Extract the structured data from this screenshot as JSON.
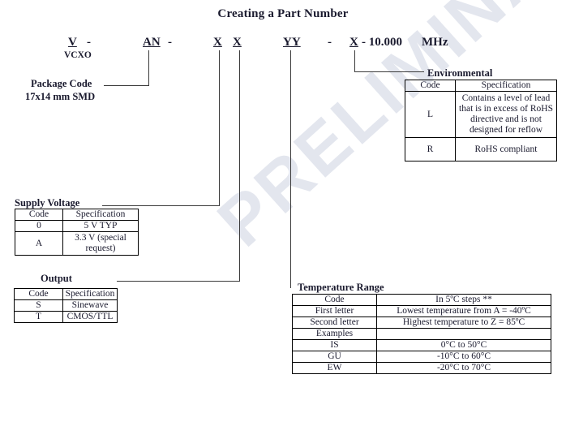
{
  "document": {
    "title": "Creating a Part Number",
    "watermark": "PRELIMINARY"
  },
  "part_number": {
    "segments": [
      {
        "text": "V",
        "underlined": true
      },
      {
        "text": "-",
        "underlined": false
      },
      {
        "text": "AN",
        "underlined": true
      },
      {
        "text": "-",
        "underlined": false
      },
      {
        "text": "X",
        "underlined": true
      },
      {
        "text": "X",
        "underlined": true
      },
      {
        "text": "YY",
        "underlined": true
      },
      {
        "text": "-",
        "underlined": false
      },
      {
        "text": "X",
        "underlined": true
      },
      {
        "text": "- 10.000",
        "underlined": false
      },
      {
        "text": "MHz",
        "underlined": false
      }
    ],
    "vcxo_label": "VCXO"
  },
  "package_code": {
    "heading": "Package Code",
    "value": "17x14 mm SMD"
  },
  "supply_voltage": {
    "heading": "Supply Voltage",
    "columns": [
      "Code",
      "Specification"
    ],
    "rows": [
      [
        "0",
        "5 V TYP"
      ],
      [
        "A",
        "3.3 V (special request)"
      ]
    ]
  },
  "output": {
    "heading": "Output",
    "columns": [
      "Code",
      "Specification"
    ],
    "rows": [
      [
        "S",
        "Sinewave"
      ],
      [
        "T",
        "CMOS/TTL"
      ]
    ]
  },
  "environmental": {
    "heading": "Environmental",
    "columns": [
      "Code",
      "Specification"
    ],
    "rows": [
      [
        "L",
        "Contains a level of lead that is in excess of RoHS directive and is not designed for reflow"
      ],
      [
        "R",
        "RoHS compliant"
      ]
    ]
  },
  "temperature_range": {
    "heading": "Temperature Range",
    "columns": [
      "Code",
      "In 5ºC steps **"
    ],
    "rows": [
      [
        "First letter",
        "Lowest temperature from A = -40ºC"
      ],
      [
        "Second letter",
        "Highest temperature to Z = 85ºC"
      ],
      [
        "Examples",
        ""
      ],
      [
        "IS",
        "0°C to 50°C"
      ],
      [
        "GU",
        "-10°C to 60°C"
      ],
      [
        "EW",
        "-20°C to 70°C"
      ]
    ]
  }
}
